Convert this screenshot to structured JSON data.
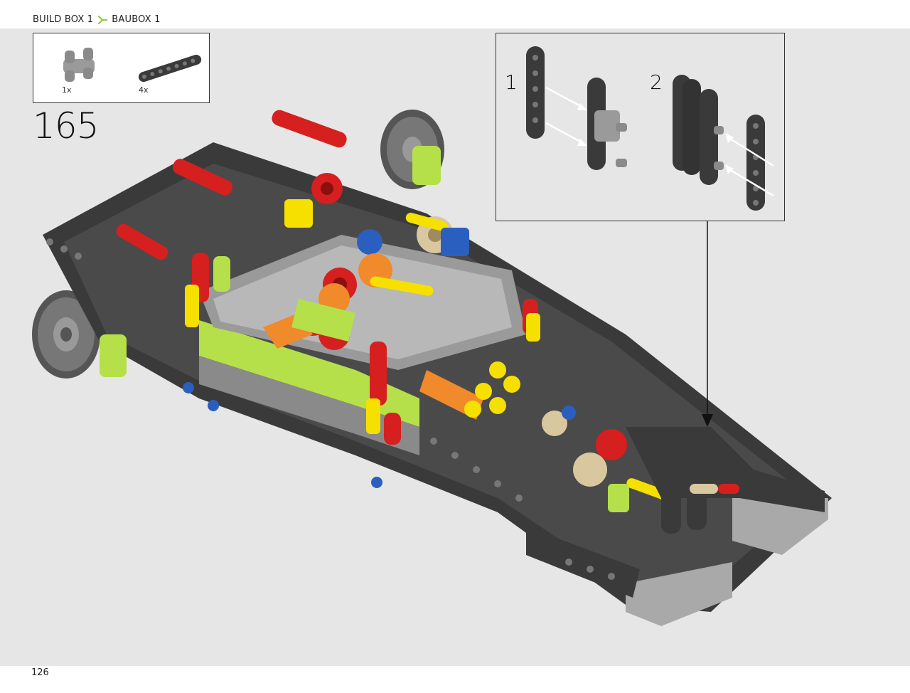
{
  "header": {
    "build_box": "BUILD BOX 1",
    "baubox": "BAUBOX 1",
    "separator_icon": "green-y-connector-icon"
  },
  "parts_list": {
    "items": [
      {
        "name": "axle-joiner-part",
        "qty": "1x"
      },
      {
        "name": "liftarm-beam-part",
        "qty": "4x"
      }
    ]
  },
  "step": {
    "number": "165"
  },
  "callout": {
    "substeps": [
      {
        "label": "1"
      },
      {
        "label": "2"
      }
    ]
  },
  "page": {
    "number": "126"
  },
  "colors": {
    "background": "#e6e6e6",
    "beam_dark": "#3a3a3a",
    "beam_gray": "#a9a9a9",
    "red": "#d61f1f",
    "yellow": "#f5e000",
    "lime": "#b5e04a",
    "blue": "#2a5fbf",
    "orange": "#f08a2a",
    "accent_green": "#8cc63f"
  }
}
